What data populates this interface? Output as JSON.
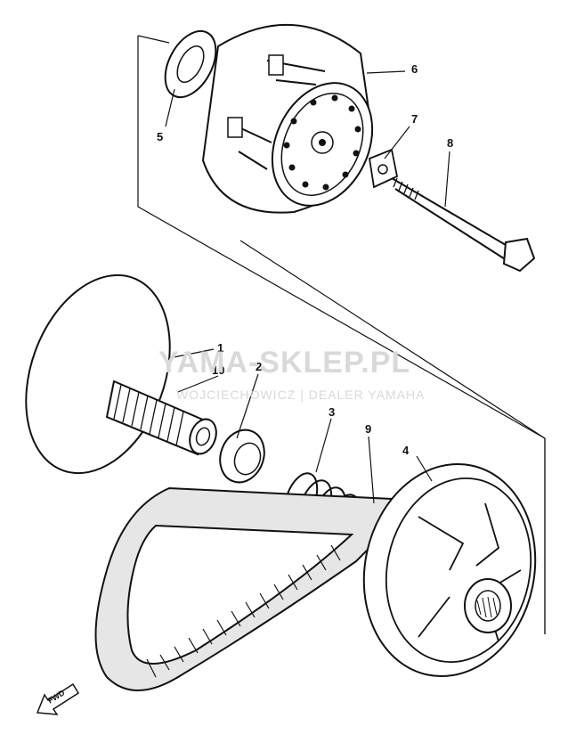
{
  "watermark": {
    "title": "YAMA-SKLEP.PL",
    "subtitle": "WOJCIECHOWICZ | DEALER YAMAHA",
    "colors": {
      "text": "#d9d9d9",
      "logo": "#f3b9b9"
    }
  },
  "direction_marker": {
    "label": "FWD"
  },
  "callouts": {
    "c1": "1",
    "c2": "2",
    "c3": "3",
    "c4": "4",
    "c5": "5",
    "c6": "6",
    "c7": "7",
    "c8": "8",
    "c9": "9",
    "c10": "10"
  },
  "colors": {
    "ink": "#111111",
    "paper": "#ffffff"
  }
}
